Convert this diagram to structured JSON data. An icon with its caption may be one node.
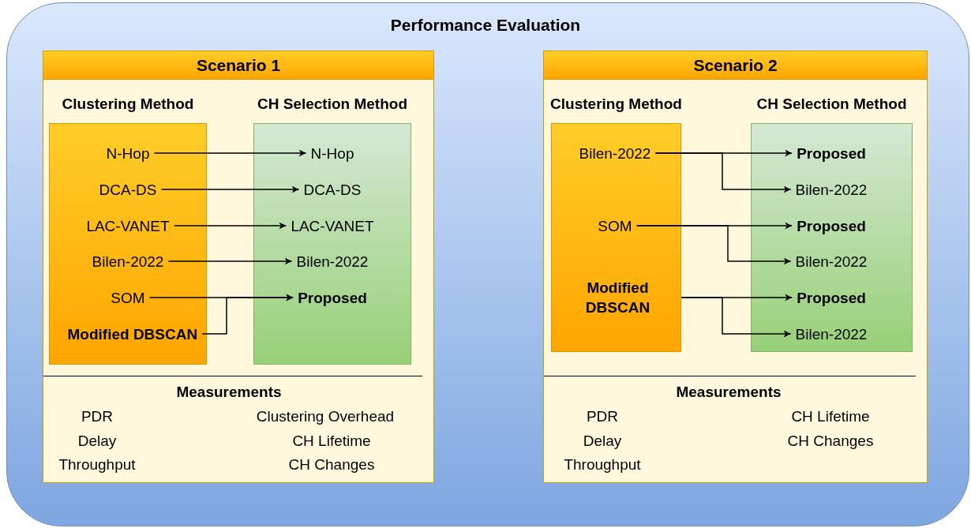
{
  "diagram": {
    "title": "Performance Evaluation",
    "nodes": [
      {
        "text": [
          "Scenario 1"
        ]
      },
      {
        "text": [
          "Clustering Method"
        ],
        "in": 0
      },
      {
        "text": [
          "N-Hop"
        ],
        "in": 1
      },
      {
        "text": [
          "DCA-DS"
        ],
        "in": 1
      },
      {
        "text": [
          "LAC-VANET"
        ],
        "in": 1
      },
      {
        "text": [
          "Bilen-2022"
        ],
        "in": 1
      },
      {
        "text": [
          "SOM"
        ],
        "in": 1
      },
      {
        "text": [
          "Modified DBSCAN"
        ],
        "in": 1
      },
      {
        "text": [
          "CH Selection Method"
        ],
        "in": 0
      },
      {
        "text": [
          "N-Hop"
        ],
        "in": 8
      },
      {
        "text": [
          "DCA-DS"
        ],
        "in": 8
      },
      {
        "text": [
          "LAC-VANET"
        ],
        "in": 8
      },
      {
        "text": [
          "Bilen-2022"
        ],
        "in": 8
      },
      {
        "text": [
          "Proposed"
        ],
        "in": 8
      },
      {
        "text": [
          "Scenario 2"
        ]
      },
      {
        "text": [
          "Clustering Method"
        ],
        "in": 14
      },
      {
        "text": [
          "Bilen-2022"
        ],
        "in": 15
      },
      {
        "text": [
          "SOM"
        ],
        "in": 15
      },
      {
        "text": [
          "Modified DBSCAN"
        ],
        "in": 15
      },
      {
        "text": [
          "CH Selection Method"
        ],
        "in": 14
      },
      {
        "text": [
          "Proposed"
        ],
        "in": 19
      },
      {
        "text": [
          "Bilen-2022"
        ],
        "in": 19
      },
      {
        "text": [
          "Proposed"
        ],
        "in": 19
      },
      {
        "text": [
          "Bilen-2022"
        ],
        "in": 19
      },
      {
        "text": [
          "Proposed"
        ],
        "in": 19
      },
      {
        "text": [
          "Bilen-2022"
        ],
        "in": 19
      }
    ],
    "edges": [
      {
        "from": 2,
        "to": 9,
        "arrow": "to"
      },
      {
        "from": 3,
        "to": 10,
        "arrow": "to"
      },
      {
        "from": 4,
        "to": 11,
        "arrow": "to"
      },
      {
        "from": 5,
        "to": 12,
        "arrow": "to"
      },
      {
        "from": 6,
        "to": 13,
        "arrow": "to"
      },
      {
        "from": 7,
        "to": 13,
        "arrow": "to"
      },
      {
        "from": 16,
        "to": 20,
        "arrow": "to"
      },
      {
        "from": 16,
        "to": 21,
        "arrow": "to"
      },
      {
        "from": 17,
        "to": 22,
        "arrow": "to"
      },
      {
        "from": 17,
        "to": 23,
        "arrow": "to"
      },
      {
        "from": 18,
        "to": 24,
        "arrow": "to"
      },
      {
        "from": 18,
        "to": 25,
        "arrow": "to"
      }
    ],
    "labels": [
      "Measurements",
      "PDR",
      "Clustering Overhead",
      "Delay",
      "CH Lifetime",
      "Throughput",
      "CH Changes",
      "Measurements",
      "PDR",
      "CH Lifetime",
      "Delay",
      "CH Changes",
      "Throughput"
    ]
  }
}
